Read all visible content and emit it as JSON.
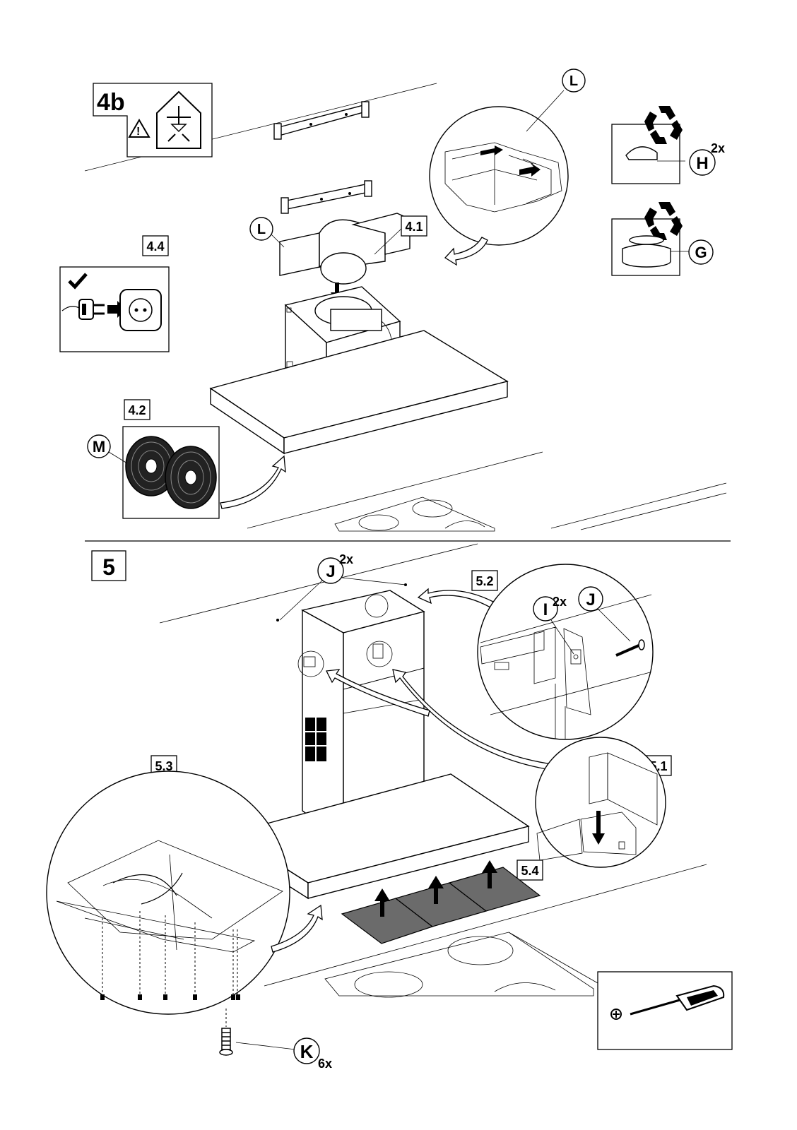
{
  "steps": {
    "step_4b": "4b",
    "step_4_4": "4.4",
    "step_4_2": "4.2",
    "step_4_1": "4.1",
    "step_5": "5",
    "step_5_1": "5.1",
    "step_5_2": "5.2",
    "step_5_3": "5.3",
    "step_5_4": "5.4"
  },
  "parts": {
    "L_top": "L",
    "L_main": "L",
    "H": "H",
    "H_qty": "2x",
    "G": "G",
    "M": "M",
    "J_main": "J",
    "J_qty": "2x",
    "I": "I",
    "I_qty": "2x",
    "J_detail": "J",
    "K": "K",
    "K_qty": "6x"
  },
  "icons": [
    "warning-triangle-icon",
    "house-recirculation-icon",
    "recycle-icon",
    "checkmark-icon",
    "plug-icon",
    "socket-icon",
    "screwdriver-icon",
    "phillips-head-icon"
  ]
}
